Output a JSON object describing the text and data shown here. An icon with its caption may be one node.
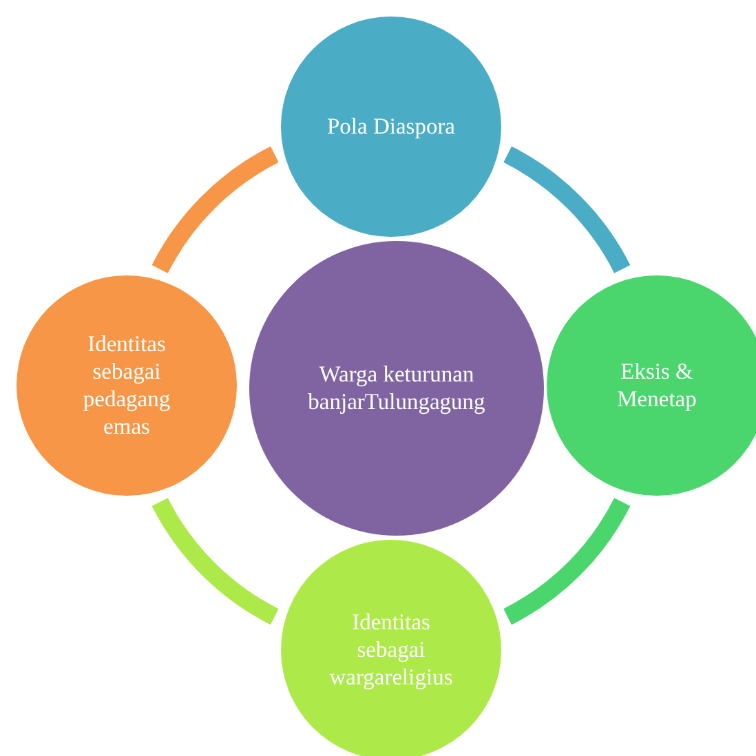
{
  "diagram": {
    "nodes": [
      {
        "text": [
          "Pola Diaspora"
        ]
      },
      {
        "text": [
          "Identitas sebagai pedagang emas"
        ]
      },
      {
        "text": [
          "Warga keturunan banjarTulungagung"
        ]
      },
      {
        "text": [
          "Eksis & Menetap"
        ]
      },
      {
        "text": [
          "Identitas sebagai wargareligius"
        ]
      }
    ],
    "edges": [
      {
        "from": 0,
        "to": 3,
        "arrow": "none",
        "color": "#4bacc6"
      },
      {
        "from": 3,
        "to": 4,
        "arrow": "none",
        "color": "#4ad66d"
      },
      {
        "from": 4,
        "to": 1,
        "arrow": "none",
        "color": "#aee94a"
      },
      {
        "from": 1,
        "to": 0,
        "arrow": "none",
        "color": "#f79646"
      }
    ]
  }
}
